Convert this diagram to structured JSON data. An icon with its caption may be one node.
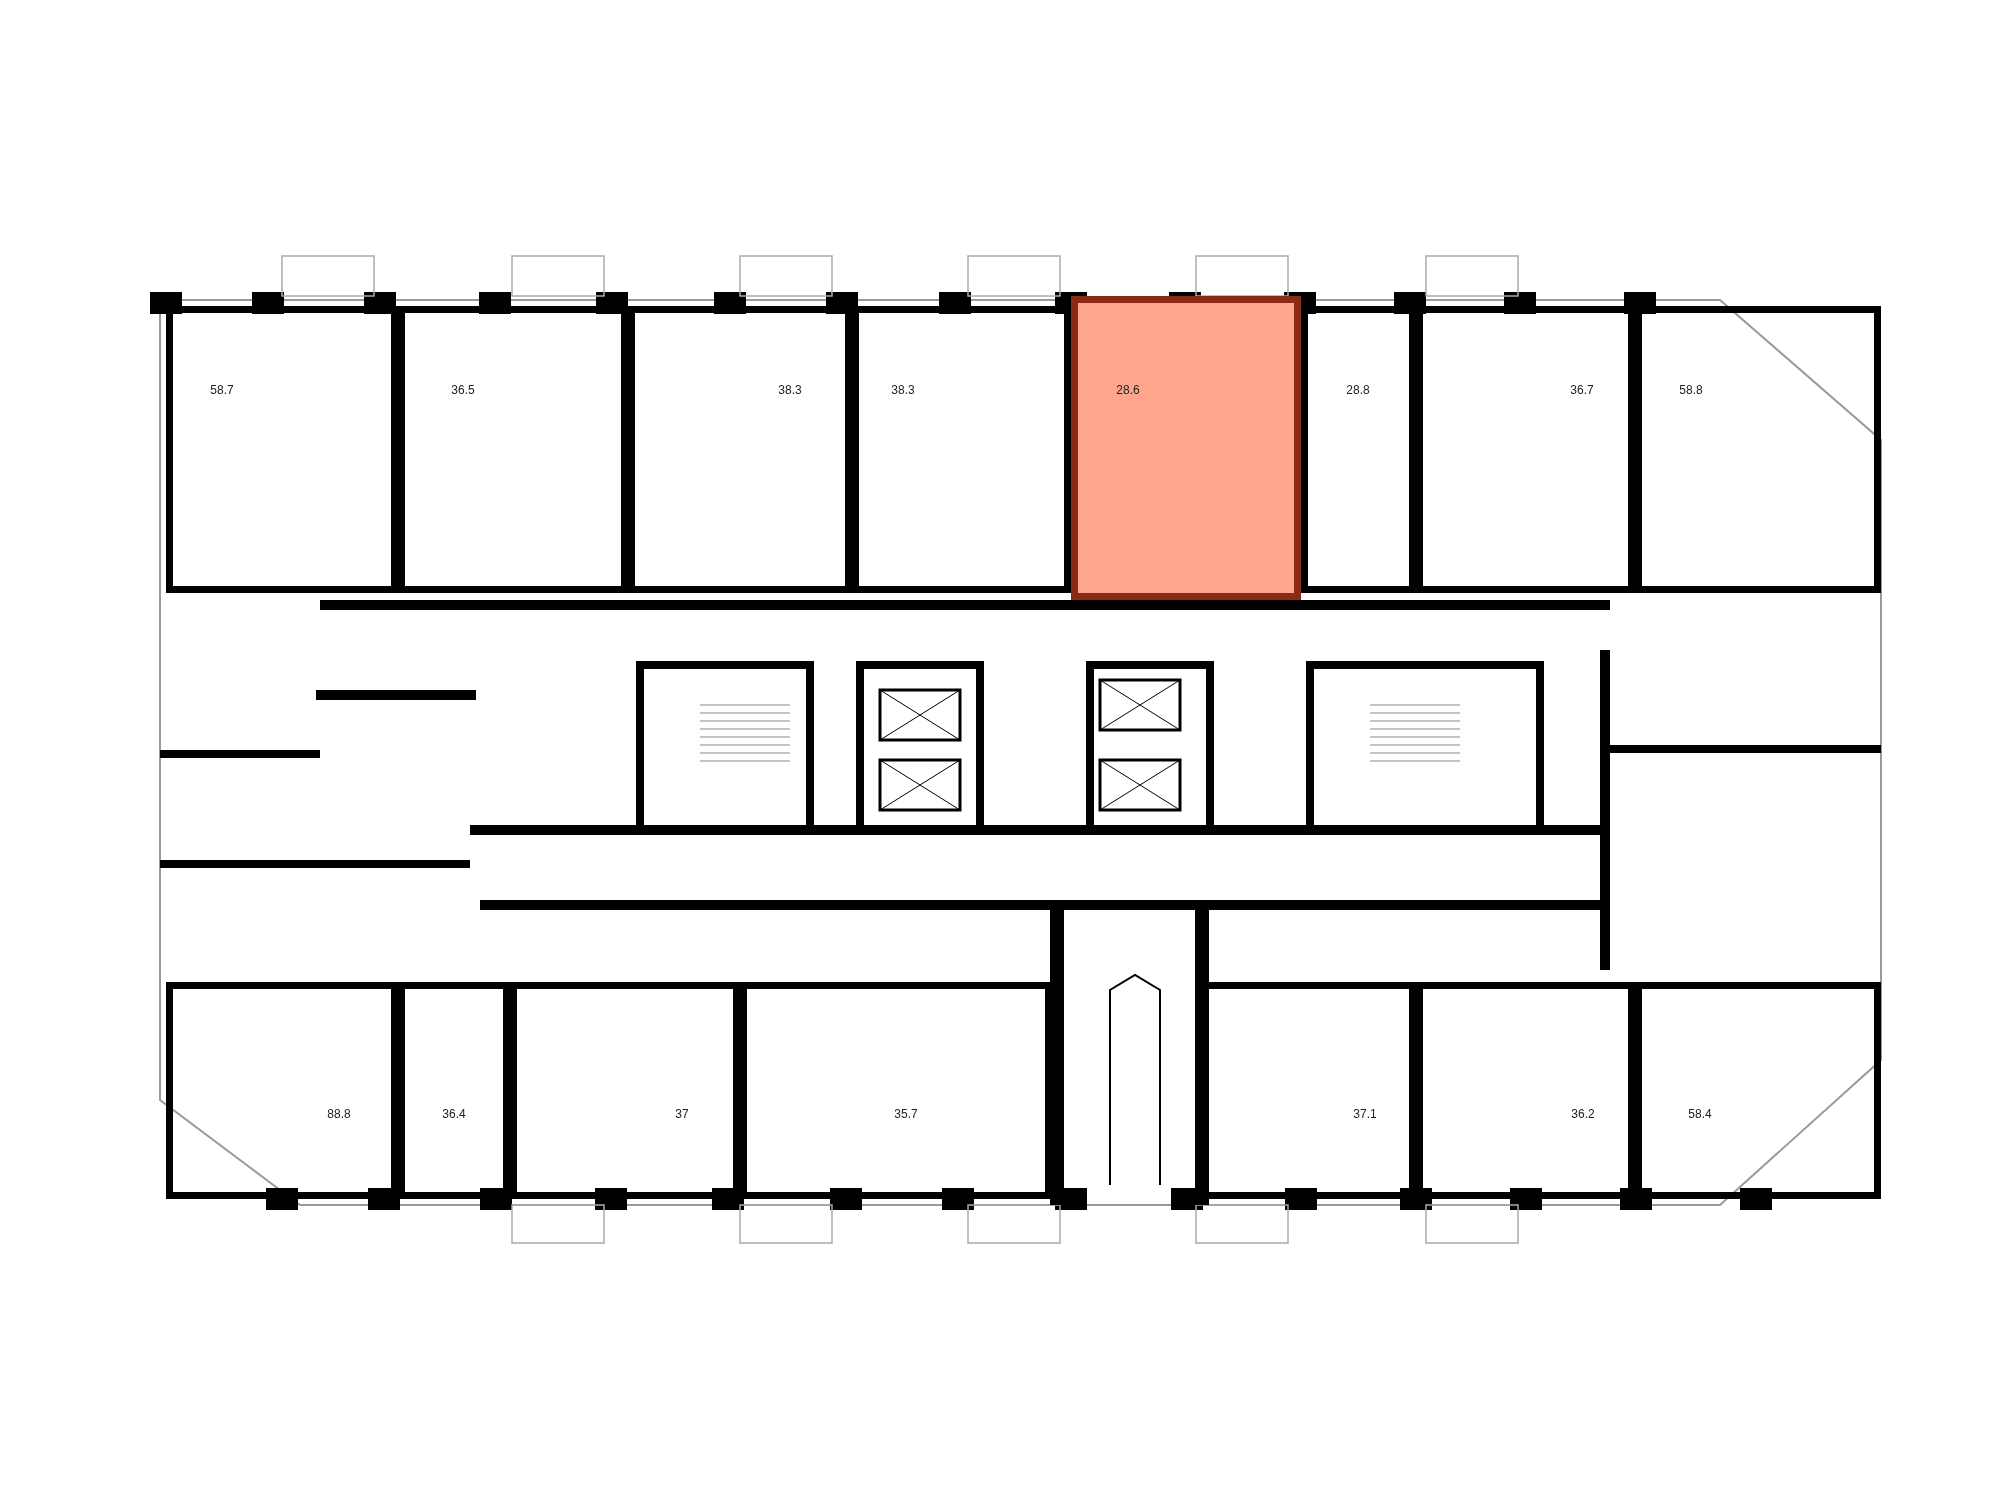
{
  "diagram": {
    "nodes": [
      {
        "text": [
          "58.7"
        ]
      },
      {
        "text": [
          "36.5"
        ]
      },
      {
        "text": [
          "38.3"
        ]
      },
      {
        "text": [
          "38.3"
        ]
      },
      {
        "text": [
          "28.6"
        ]
      },
      {
        "text": [
          "28.8"
        ]
      },
      {
        "text": [
          "36.7"
        ]
      },
      {
        "text": [
          "58.8"
        ]
      },
      {
        "text": [
          "88.8"
        ]
      },
      {
        "text": [
          "36.4"
        ]
      },
      {
        "text": [
          "37"
        ]
      },
      {
        "text": [
          "35.7"
        ]
      },
      {
        "text": [
          "37.1"
        ]
      },
      {
        "text": [
          "36.2"
        ]
      },
      {
        "text": [
          "58.4"
        ]
      }
    ]
  }
}
